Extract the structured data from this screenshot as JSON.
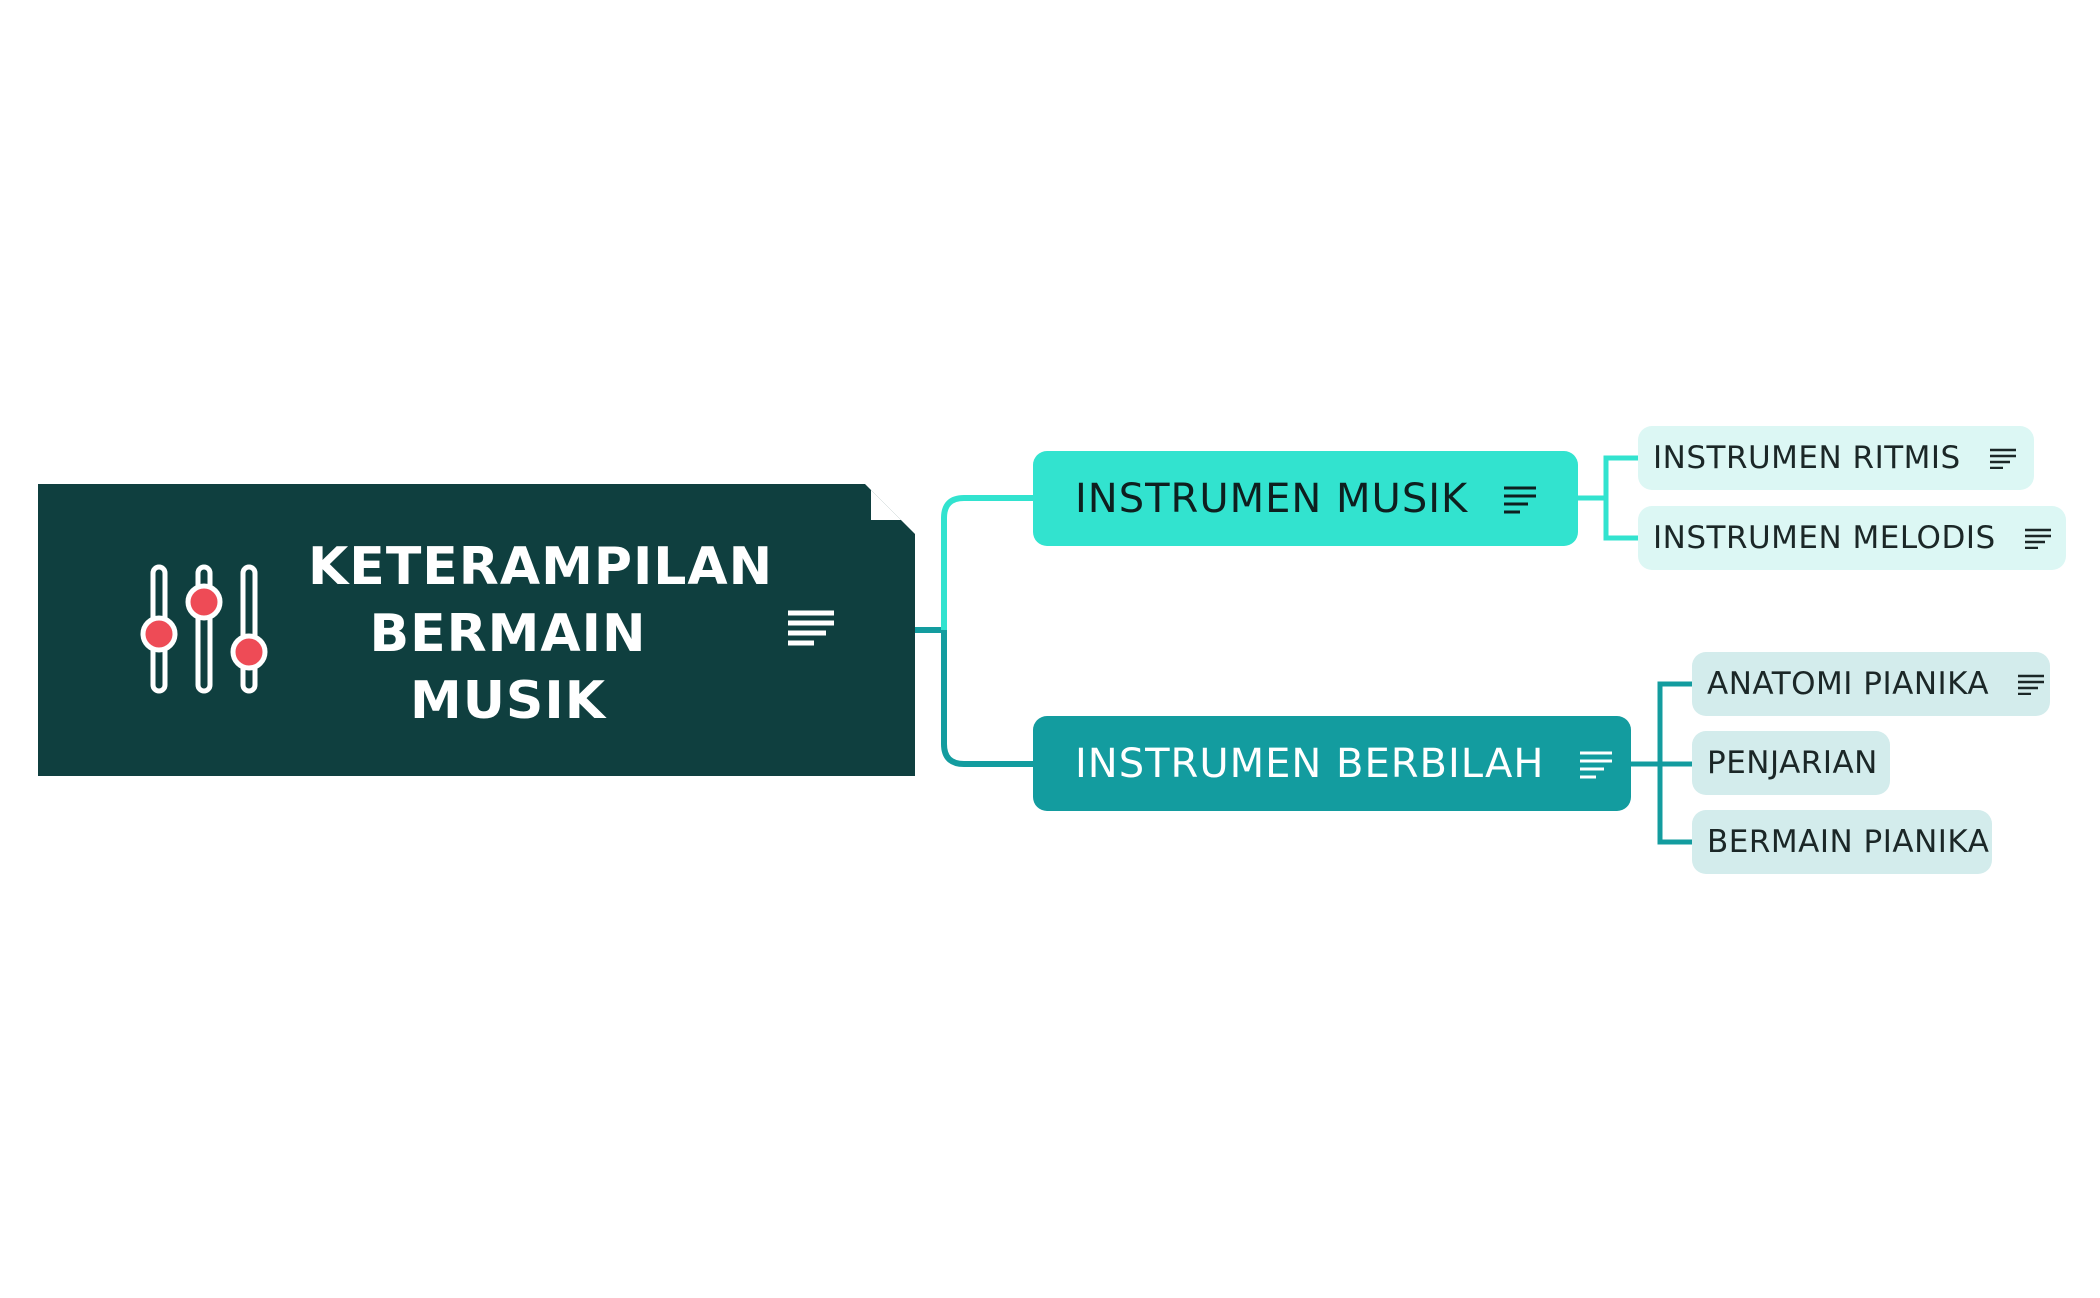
{
  "diagram": {
    "root": {
      "title_lines": [
        "KETERAMPILAN",
        "BERMAIN",
        "MUSIK"
      ],
      "icon": "sliders-icon",
      "note_icon": "notes-icon"
    },
    "topics": [
      {
        "label": "INSTRUMEN MUSIK",
        "children": [
          "INSTRUMEN RITMIS",
          "INSTRUMEN MELODIS"
        ]
      },
      {
        "label": "INSTRUMEN BERBILAH",
        "children": [
          "ANATOMI PIANIKA",
          "PENJARIAN",
          "BERMAIN PIANIKA"
        ]
      }
    ]
  },
  "colors": {
    "root_bg": "#0f3f3f",
    "topic1_bg": "#32e3cf",
    "topic2_bg": "#139c9f",
    "sub1_bg": "#dcf7f4",
    "sub2_bg": "#d3ecec",
    "connector_light": "#32e3cf",
    "connector_dark": "#139c9f",
    "slider_knob": "#ee4b56"
  }
}
